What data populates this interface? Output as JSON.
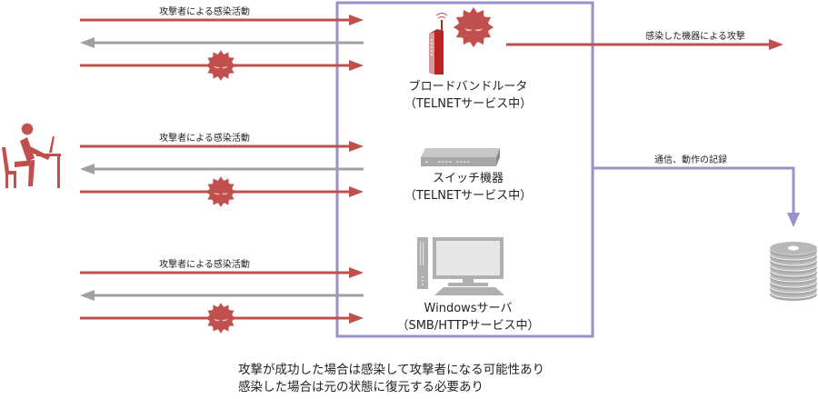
{
  "colors": {
    "attack": "#c0504d",
    "response": "#a0a0a0",
    "boundary": "#9b8fcc",
    "device_gray": "#b0b0b0"
  },
  "attacker": {
    "icon": "attacker-at-laptop-icon"
  },
  "attack_groups": [
    {
      "label": "攻撃者による感染活動"
    },
    {
      "label": "攻撃者による感染活動"
    },
    {
      "label": "攻撃者による感染活動"
    }
  ],
  "devices": [
    {
      "icon": "broadband-router-icon",
      "name": "ブロードバンドルータ",
      "service": "（TELNETサービス中）",
      "infected": true
    },
    {
      "icon": "network-switch-icon",
      "name": "スイッチ機器",
      "service": "（TELNETサービス中）",
      "infected": false
    },
    {
      "icon": "windows-server-icon",
      "name": "Windowsサーバ",
      "service": "（SMB/HTTPサービス中）",
      "infected": false
    }
  ],
  "outgoing_attack": {
    "label": "感染した機器による攻撃"
  },
  "logging": {
    "label": "通信、動作の記録",
    "icon": "disk-storage-icon"
  },
  "notes": [
    "攻撃が成功した場合は感染して攻撃者になる可能性あり",
    "感染した場合は元の状態に復元する必要あり"
  ]
}
